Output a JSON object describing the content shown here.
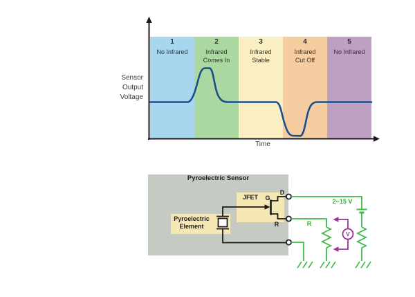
{
  "chart": {
    "ylabel": "Sensor\nOutput\nVoltage",
    "xlabel": "Time",
    "curve_color": "#1d4e8c",
    "bands": [
      {
        "num": "1",
        "label": "No Infrared",
        "color": "#a8d6ee"
      },
      {
        "num": "2",
        "label": "Infrared\nComes In",
        "color": "#aad8a0"
      },
      {
        "num": "3",
        "label": "Infrared\nStable",
        "color": "#faeec3"
      },
      {
        "num": "4",
        "label": "Infrared\nCut Off",
        "color": "#f6cda0"
      },
      {
        "num": "5",
        "label": "No Infrared",
        "color": "#bfa0c3"
      }
    ]
  },
  "chart_data": {
    "type": "line",
    "title": "",
    "xlabel": "Time",
    "ylabel": "Sensor Output Voltage",
    "grid": false,
    "legend": false,
    "x_axis": {
      "unit": "qualitative time, 5 equal zones",
      "zones": [
        {
          "index": 1,
          "label": "No Infrared"
        },
        {
          "index": 2,
          "label": "Infrared Comes In"
        },
        {
          "index": 3,
          "label": "Infrared Stable"
        },
        {
          "index": 4,
          "label": "Infrared Cut Off"
        },
        {
          "index": 5,
          "label": "No Infrared"
        }
      ]
    },
    "y_axis": {
      "unit": "voltage, qualitative",
      "baseline": 0,
      "ylim": [
        -1.2,
        1.2
      ]
    },
    "series": [
      {
        "name": "Sensor Output Voltage",
        "x": [
          0,
          1.0,
          1.15,
          1.3,
          1.45,
          1.6,
          1.8,
          2.0,
          3.0,
          3.15,
          3.3,
          3.5,
          3.65,
          3.8,
          5.0
        ],
        "y": [
          0,
          0,
          0.6,
          1.0,
          0.95,
          0.25,
          0.02,
          0,
          0,
          -0.6,
          -0.95,
          -1.0,
          -0.3,
          0,
          0
        ]
      }
    ],
    "annotations": "Flat baseline; positive pulse while infrared comes in (zone 2); negative pulse when infrared is cut off (zone 4)"
  },
  "circuit": {
    "title": "Pyroelectric Sensor",
    "element_label": "Pyroelectric\nElement",
    "jfet_label": "JFET",
    "gate_label": "G",
    "drain_label": "D",
    "source_label": "R",
    "resistor_label": "R",
    "supply_label": "2~15 V",
    "voltmeter_label": "V",
    "colors": {
      "green": "#3cb845",
      "purple": "#9a3297",
      "box_gray": "#c5cac3",
      "box_yellow": "#f6e8b4",
      "wire_black": "#1a1a1a"
    }
  }
}
